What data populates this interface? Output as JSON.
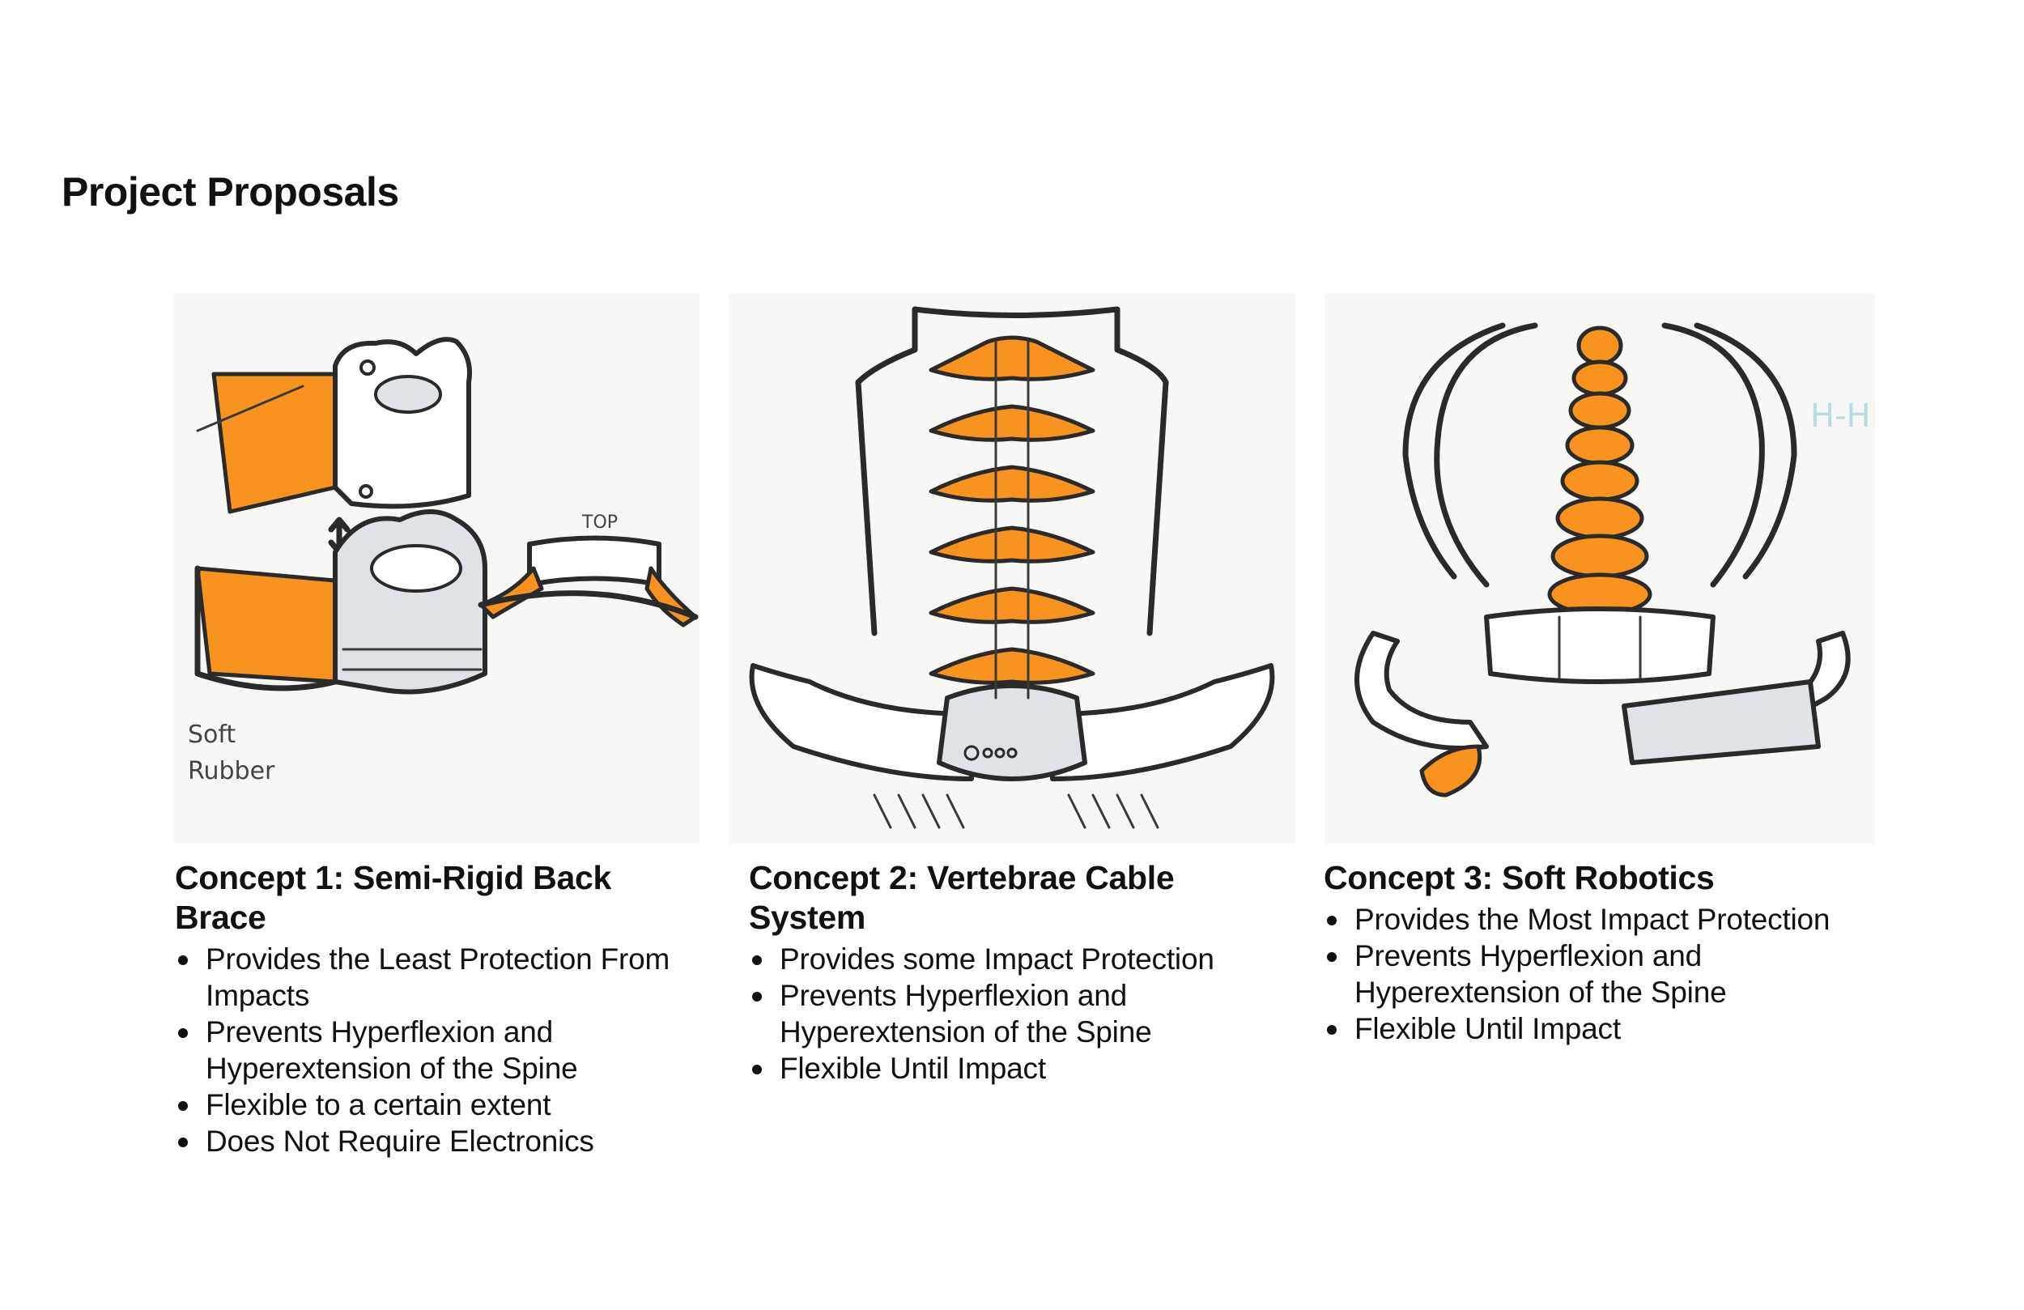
{
  "page": {
    "title": "Project Proposals"
  },
  "sketches": {
    "concept1": {
      "annotation_top": "TOP",
      "annotation_soft": "Soft",
      "annotation_rubber": "Rubber"
    },
    "concept3": {
      "annotation_corner": "H-H"
    }
  },
  "concepts": [
    {
      "title": "Concept 1: Semi-Rigid Back Brace",
      "bullets": [
        "Provides the Least Protection From Impacts",
        "Prevents Hyperflexion and Hyperextension of the Spine",
        "Flexible to a certain extent",
        "Does Not Require Electronics"
      ]
    },
    {
      "title": "Concept 2: Vertebrae Cable System",
      "bullets": [
        "Provides some Impact Protection",
        "Prevents Hyperflexion and Hyperextension of the Spine",
        "Flexible Until Impact"
      ]
    },
    {
      "title": "Concept 3: Soft Robotics",
      "bullets": [
        "Provides the Most Impact Protection",
        "Prevents Hyperflexion and Hyperextension of the Spine",
        "Flexible Until Impact"
      ]
    }
  ],
  "colors": {
    "accent_orange": "#f7931e",
    "ink": "#2a2a2a",
    "text": "#111111"
  }
}
